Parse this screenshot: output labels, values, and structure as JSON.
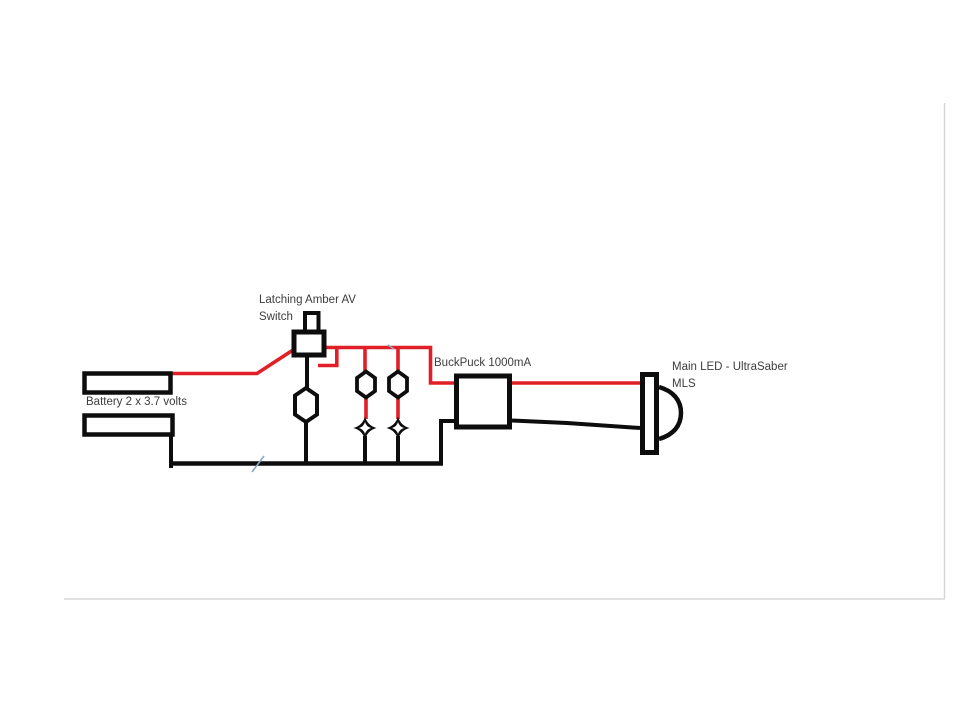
{
  "diagram": {
    "battery": {
      "label": "Battery 2 x 3.7 volts"
    },
    "switch": {
      "label_line1": "Latching Amber AV",
      "label_line2": "Switch"
    },
    "driver": {
      "label": "BuckPuck 1000mA"
    },
    "main_led": {
      "label_line1": "Main LED - UltraSaber",
      "label_line2": "MLS"
    }
  },
  "colors": {
    "page_background": "#ffffff",
    "wire_red": "#e02026",
    "wire_black": "#0d0d0d",
    "label_text": "#3d3d3d",
    "frame_border": "#d7d7d7",
    "artifact_blue": "#8ba6c4"
  }
}
